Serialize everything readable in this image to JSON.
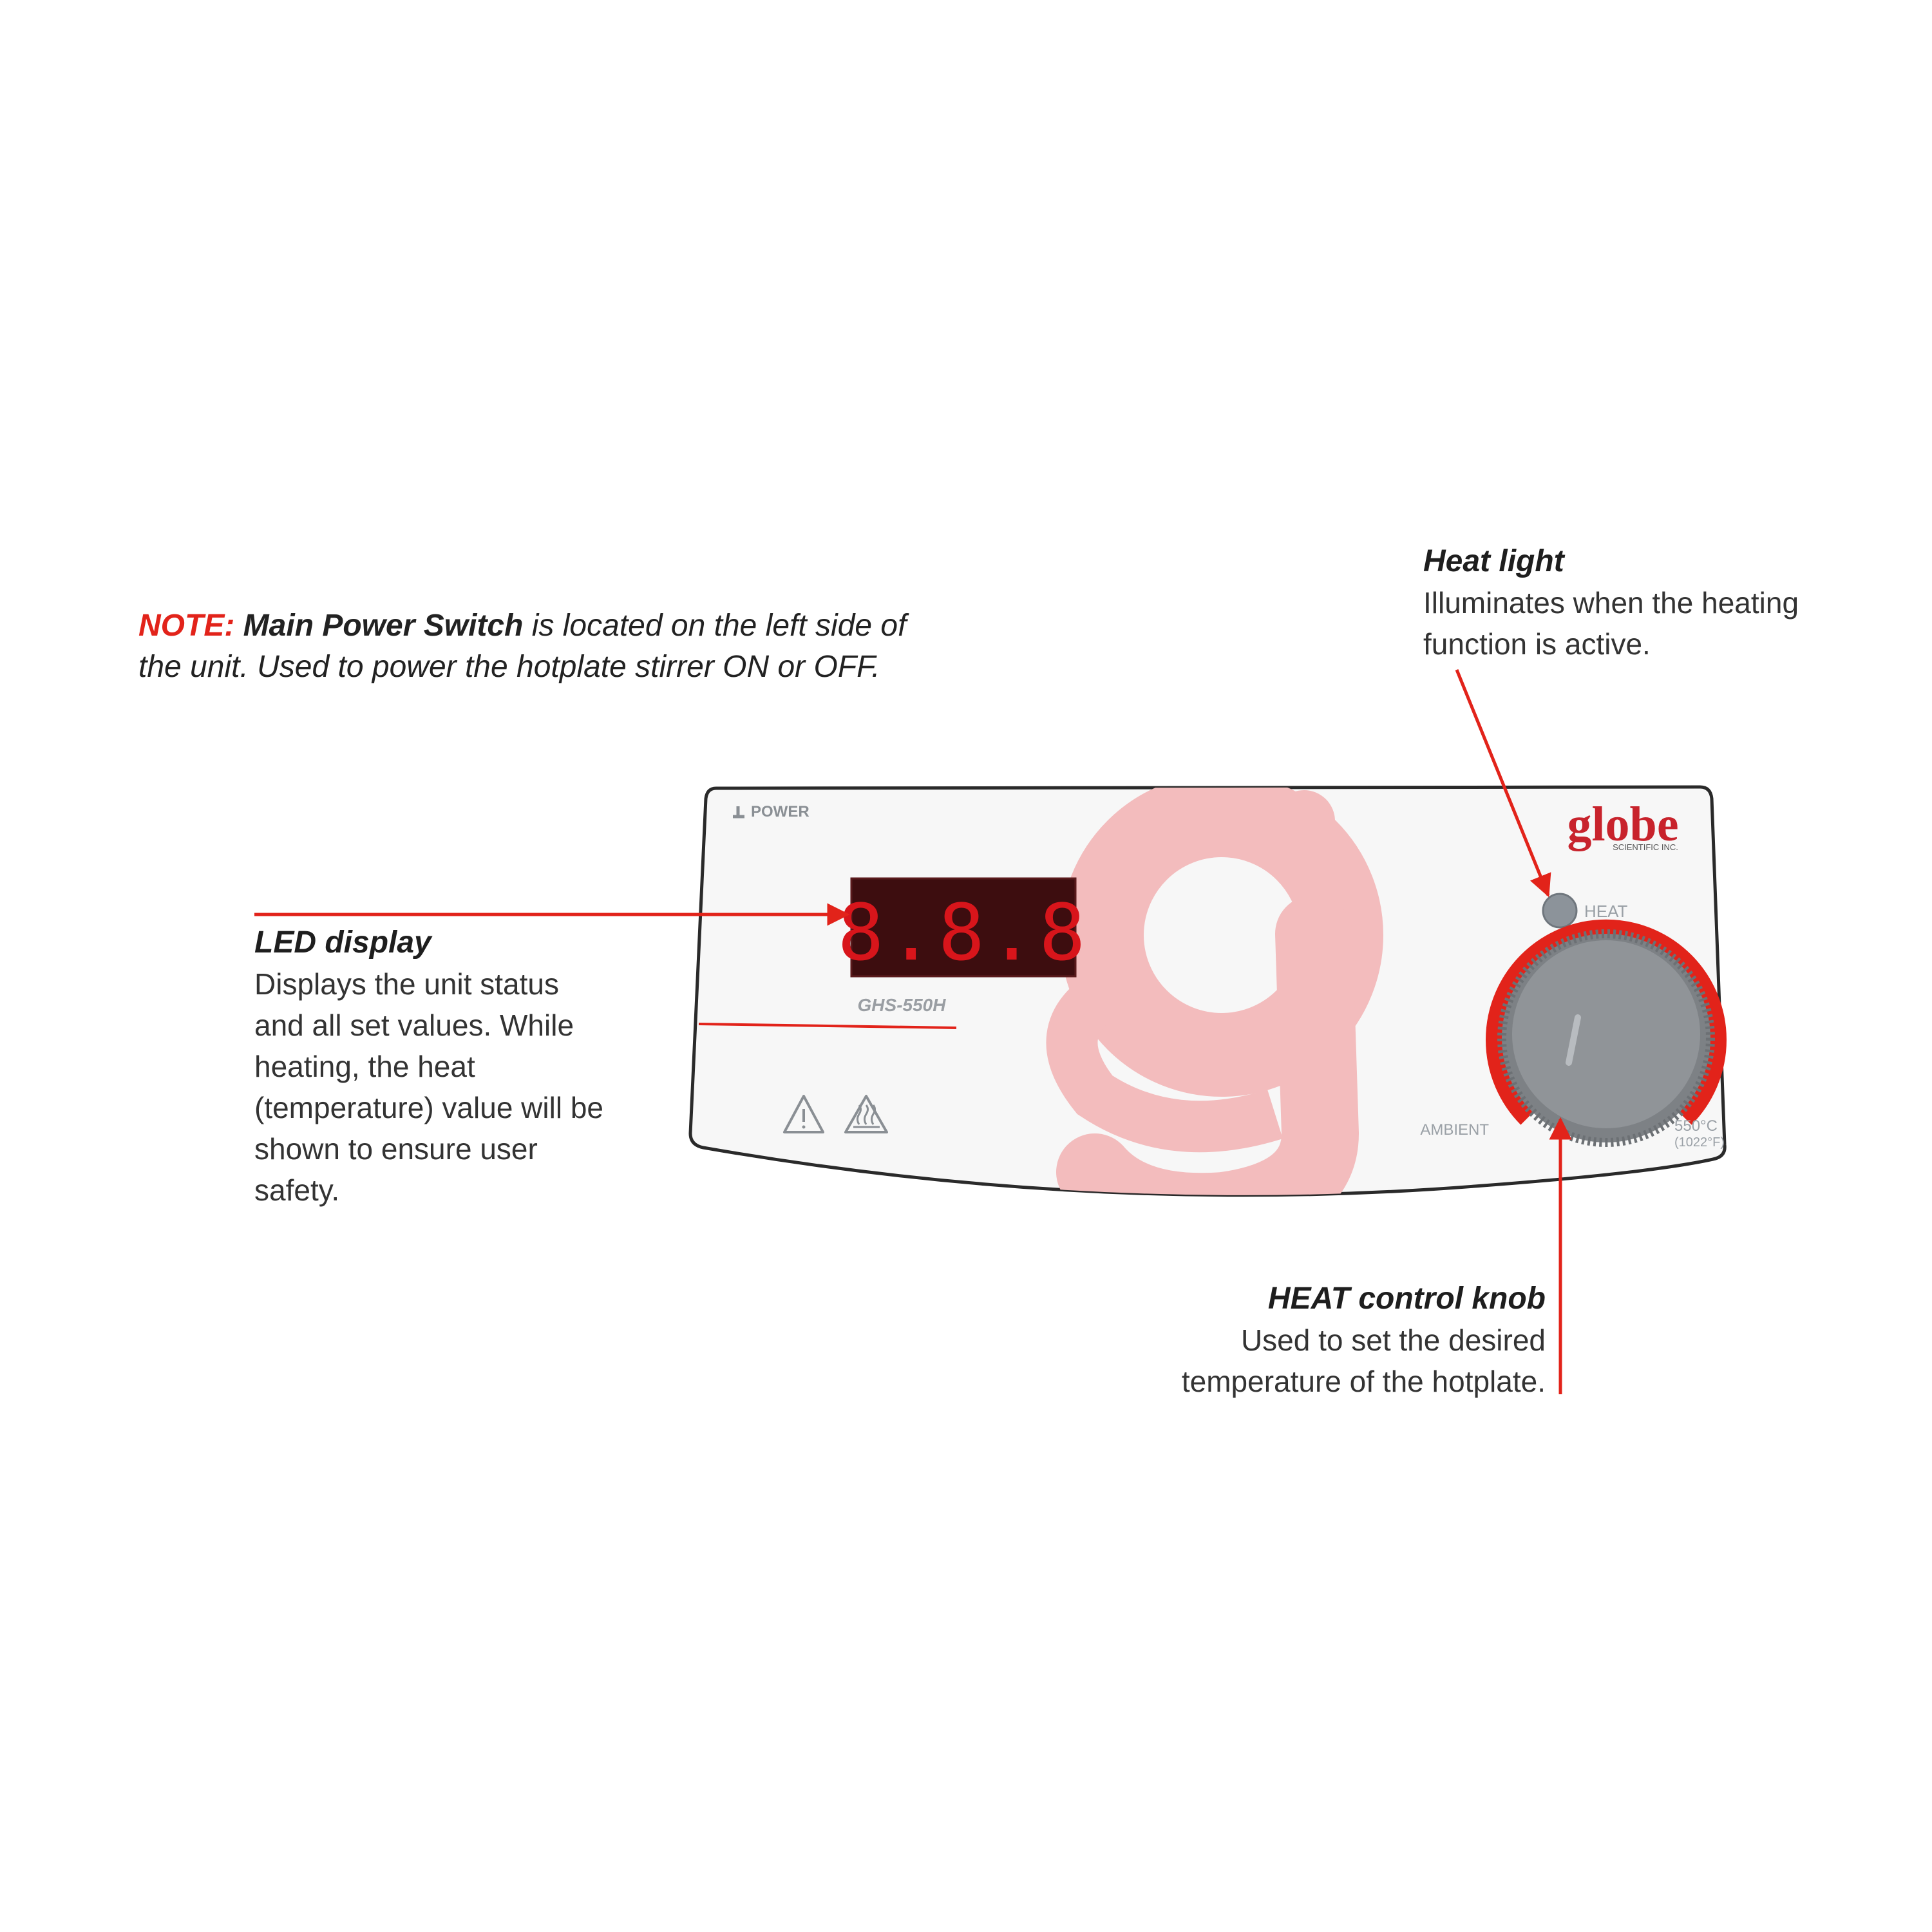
{
  "note": {
    "label": "NOTE:",
    "strong": "Main Power Switch",
    "text": " is located on the left side of the unit. Used to power the hotplate stirrer ON or OFF."
  },
  "callouts": {
    "heat_light": {
      "title": "Heat light",
      "body": "Illuminates when the heating function is active."
    },
    "led_display": {
      "title": "LED display",
      "body": "Displays the unit status and all set values. While heating, the heat (temperature) value will be shown to ensure user safety."
    },
    "heat_knob": {
      "title": "HEAT control knob",
      "body": "Used to set the desired temperature of the hotplate."
    }
  },
  "panel": {
    "power_label": "POWER",
    "led_digits": "8.8.8",
    "model": "GHS-550H",
    "heat_label": "HEAT",
    "knob_min_label": "AMBIENT",
    "knob_max_c": "550°C",
    "knob_max_f": "(1022°F)",
    "logo_word": "globe",
    "logo_sub": "SCIENTIFIC INC."
  },
  "icons": [
    "warning-triangle-icon",
    "hot-surface-icon",
    "power-icon"
  ],
  "colors": {
    "accent_red": "#e2231a",
    "led_background": "#3d0d0f",
    "led_digit": "#d8151b",
    "knob_gray": "#8e9194",
    "knob_arc": "#e2231a",
    "watermark": "#f3bcbd",
    "panel_border": "#2a2a2a"
  }
}
